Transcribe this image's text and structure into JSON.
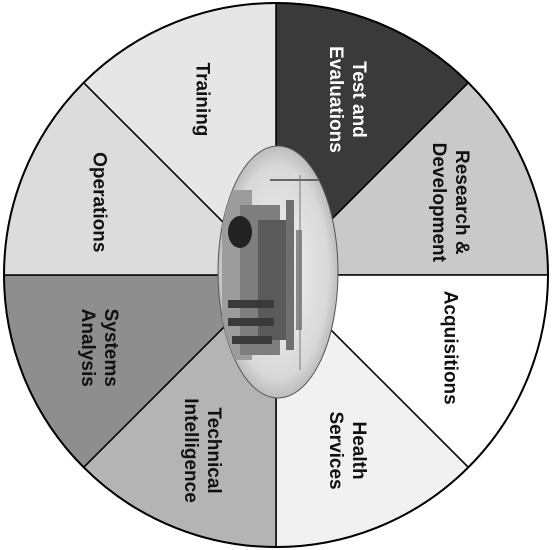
{
  "segments": [
    {
      "id": "test",
      "lines": [
        "Test and",
        "Evaluations"
      ],
      "fill": "#3a3a3a",
      "dark": true
    },
    {
      "id": "rnd",
      "lines": [
        "Research &",
        "Development"
      ],
      "fill": "#c9c9c9",
      "dark": false
    },
    {
      "id": "acq",
      "lines": [
        "Acquisitions"
      ],
      "fill": "#ffffff",
      "dark": false
    },
    {
      "id": "health",
      "lines": [
        "Health",
        "Services"
      ],
      "fill": "#f1f1f1",
      "dark": false
    },
    {
      "id": "techint",
      "lines": [
        "Technical",
        "Intelligence"
      ],
      "fill": "#b4b4b4",
      "dark": false
    },
    {
      "id": "sysan",
      "lines": [
        "Systems",
        "Analysis"
      ],
      "fill": "#8e8e8e",
      "dark": false
    },
    {
      "id": "ops",
      "lines": [
        "Operations"
      ],
      "fill": "#dcdcdc",
      "dark": false
    },
    {
      "id": "train",
      "lines": [
        "Training"
      ],
      "fill": "#e6e6e6",
      "dark": false
    }
  ],
  "center_image": "ship-photo"
}
